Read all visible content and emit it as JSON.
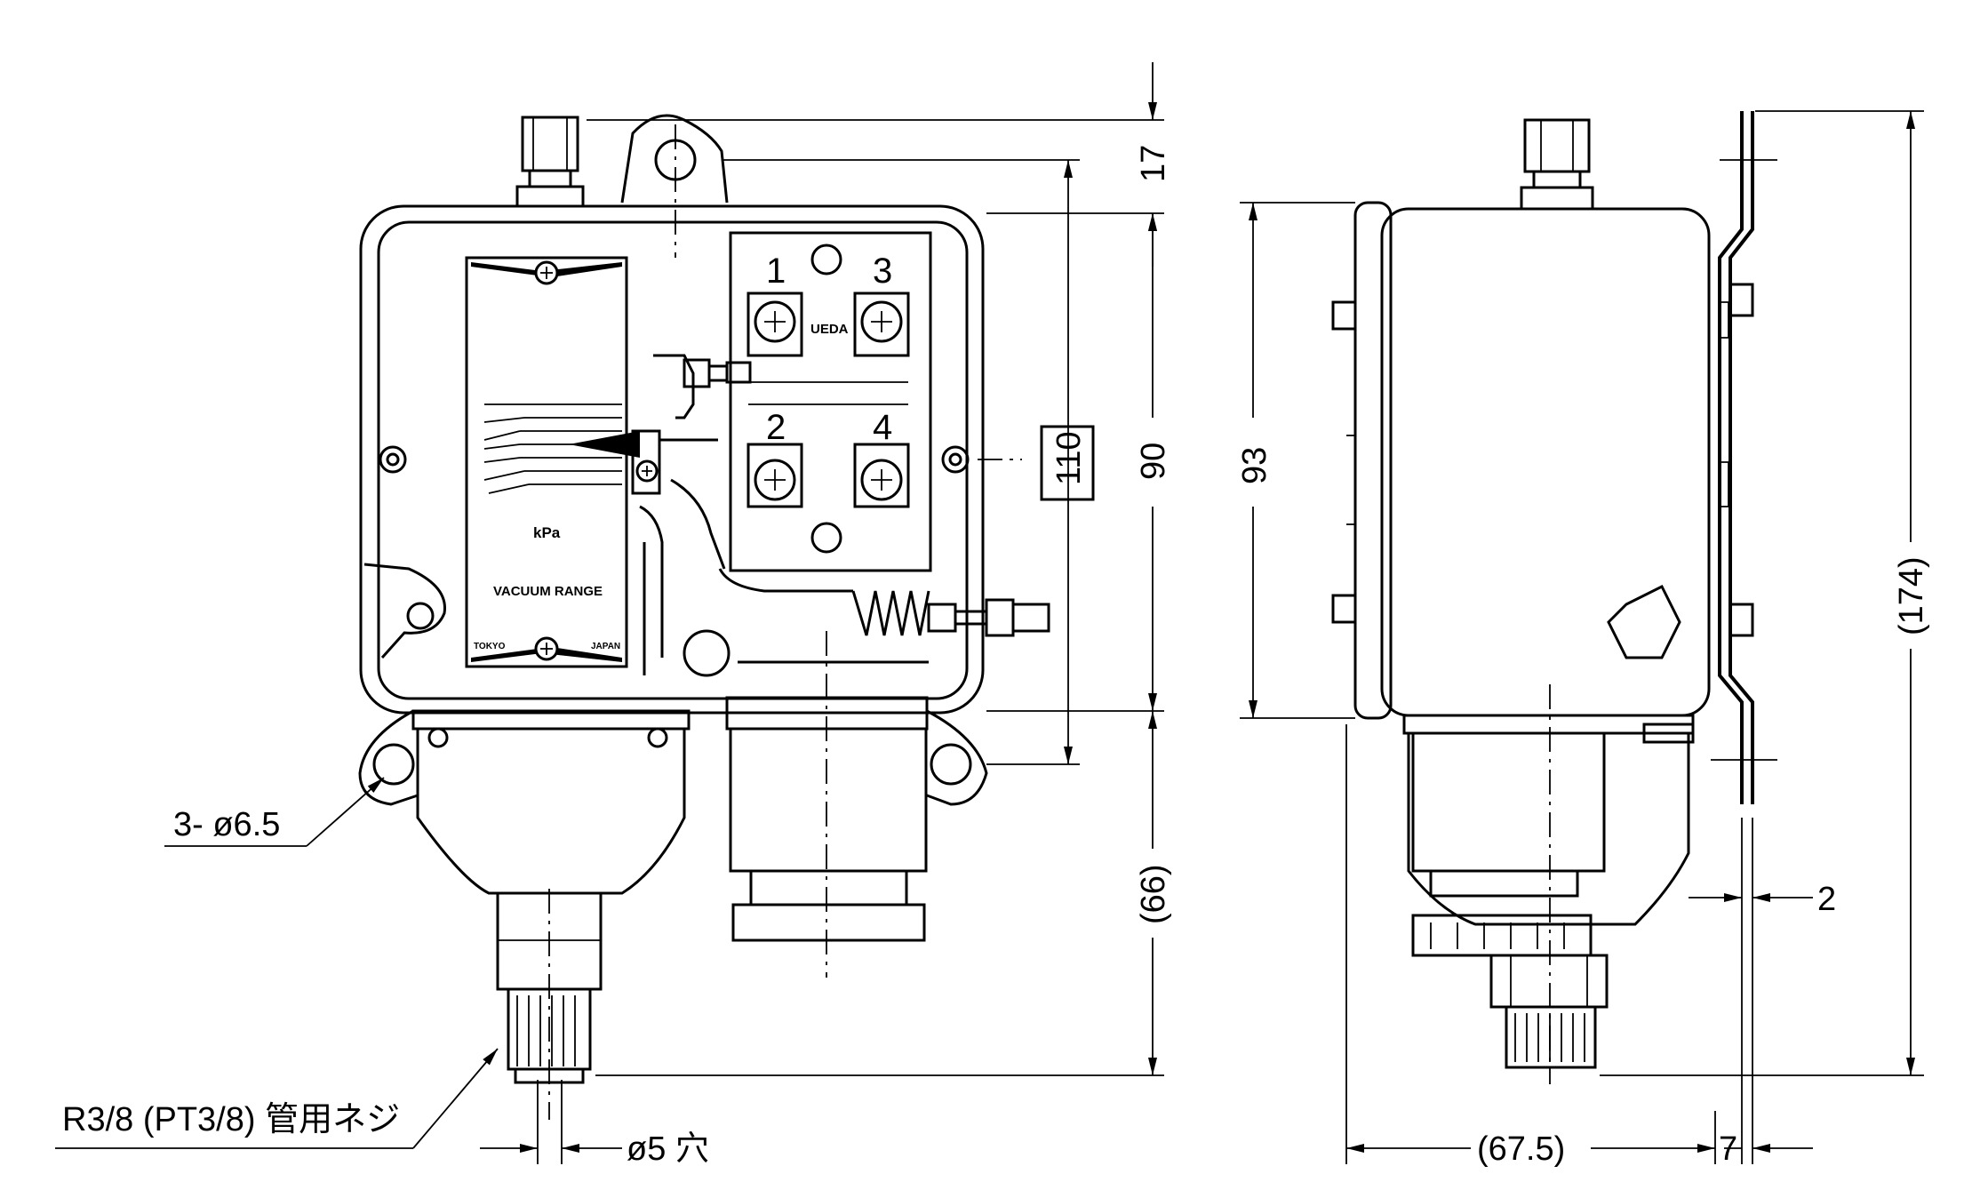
{
  "front_view": {
    "dial": {
      "unit_label": "kPa",
      "range_label": "VACUUM RANGE",
      "maker_left": "TOKYO",
      "maker_right": "JAPAN"
    },
    "terminal_block": {
      "brand": "UEDA",
      "terminals": [
        "1",
        "2",
        "3",
        "4"
      ]
    },
    "callouts": {
      "mount_holes": "3- ø6.5",
      "thread": "R3/8 (PT3/8) 管用ネジ",
      "bore": "ø5 穴"
    },
    "dimensions": {
      "top": "17",
      "box": "110",
      "body_height": "90",
      "lower": "(66)"
    }
  },
  "side_view": {
    "dimensions": {
      "body_height": "93",
      "overall": "(174)",
      "plate": "2",
      "depth": "(67.5)",
      "offset": "7"
    }
  }
}
